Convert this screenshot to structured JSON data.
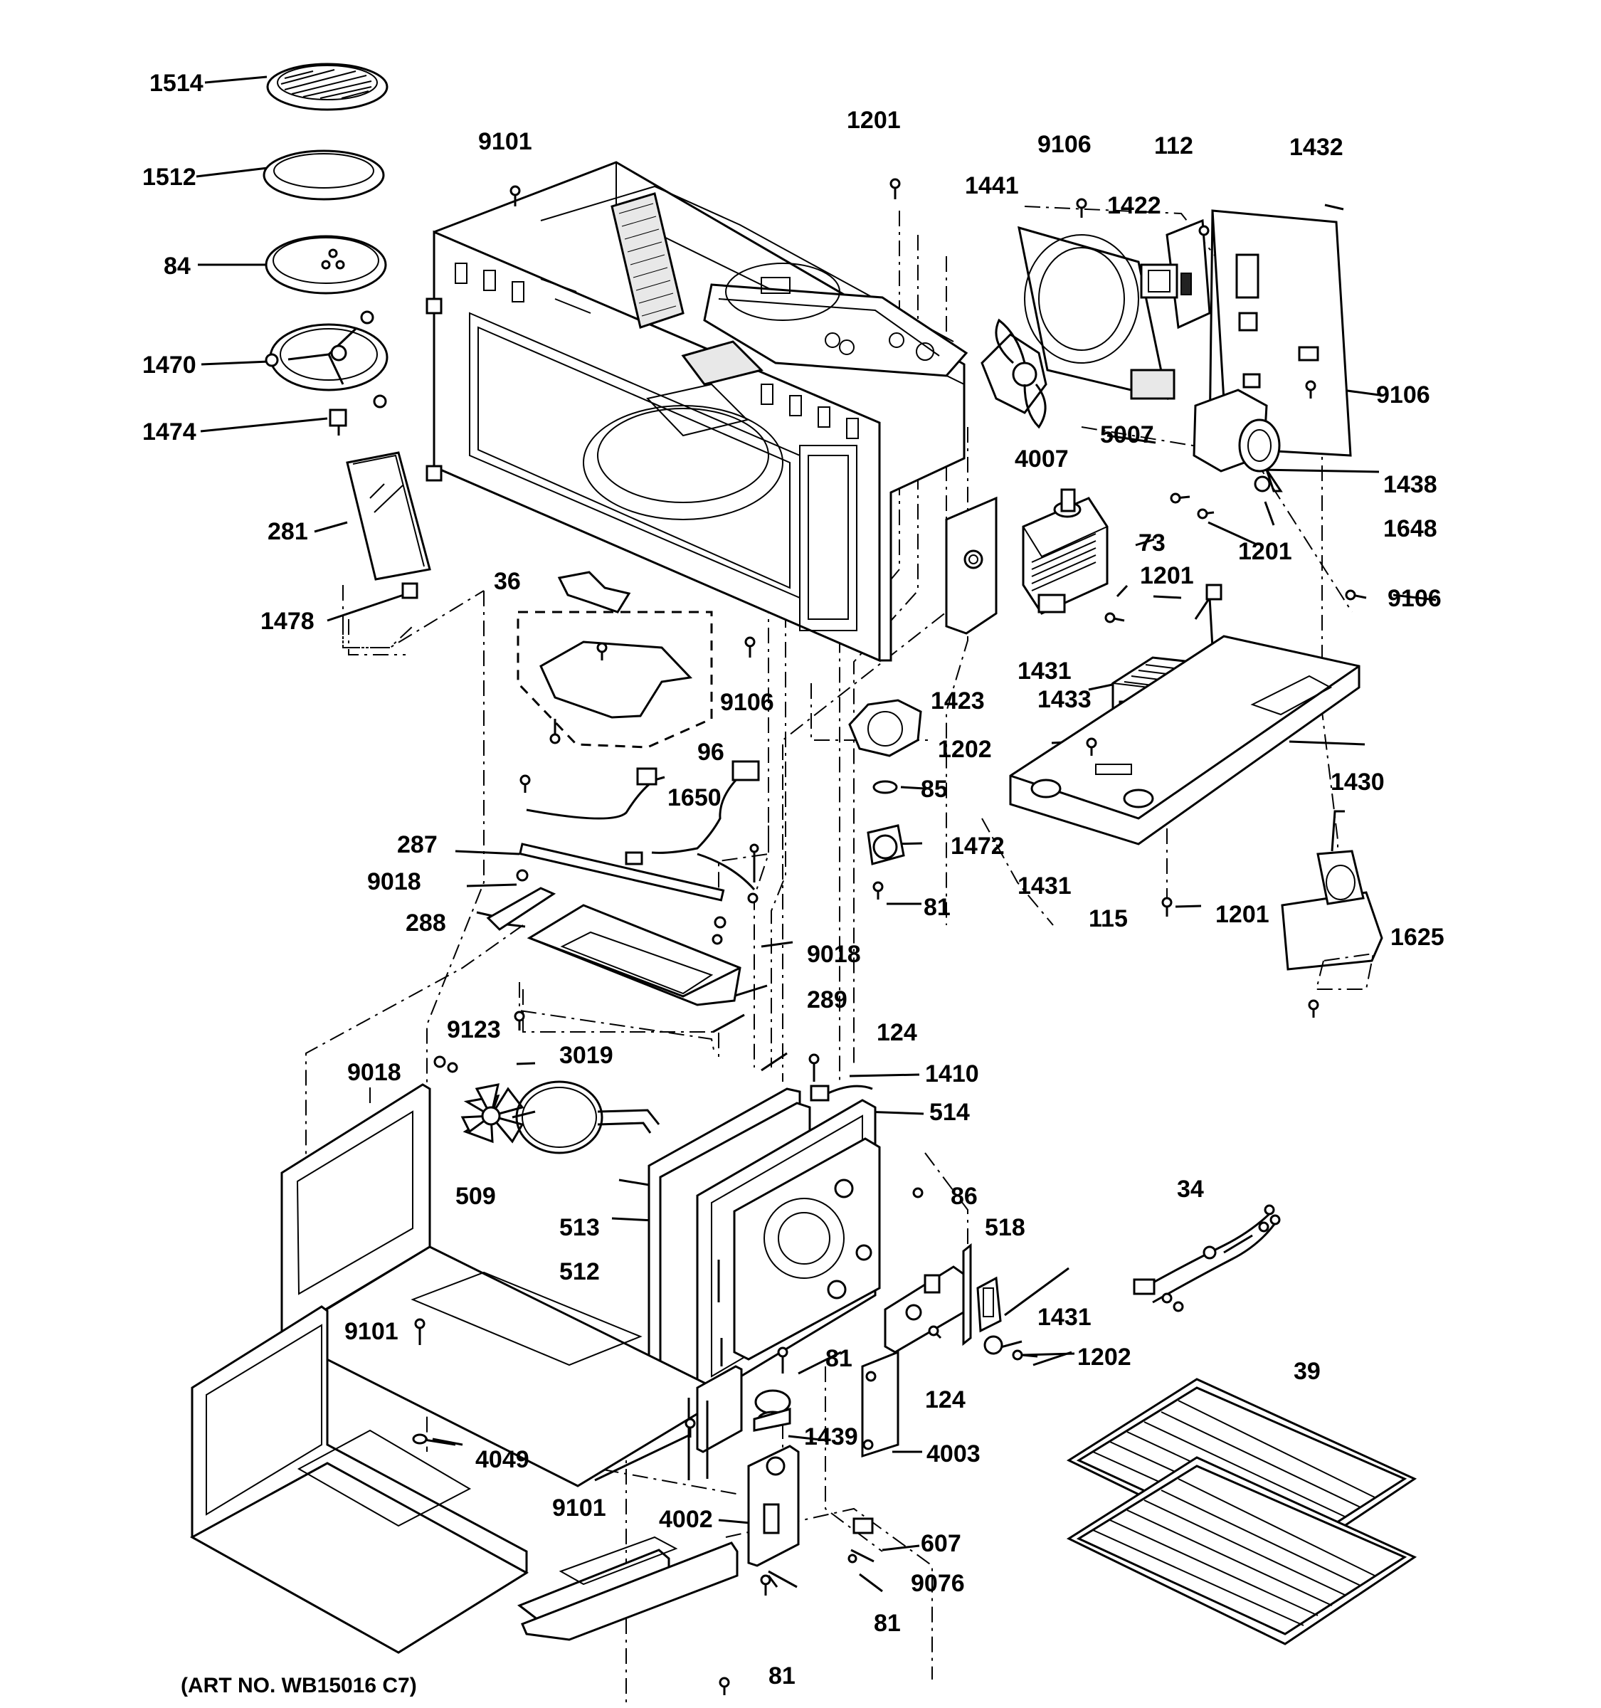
{
  "labels": [
    {
      "id": "1514",
      "text": "1514"
    },
    {
      "id": "1512",
      "text": "1512"
    },
    {
      "id": "84",
      "text": "84"
    },
    {
      "id": "1470",
      "text": "1470"
    },
    {
      "id": "1474",
      "text": "1474"
    },
    {
      "id": "281",
      "text": "281"
    },
    {
      "id": "1478",
      "text": "1478"
    },
    {
      "id": "9101a",
      "text": "9101"
    },
    {
      "id": "1201a",
      "text": "1201"
    },
    {
      "id": "9106a",
      "text": "9106"
    },
    {
      "id": "112",
      "text": "112"
    },
    {
      "id": "1432",
      "text": "1432"
    },
    {
      "id": "1441",
      "text": "1441"
    },
    {
      "id": "1422",
      "text": "1422"
    },
    {
      "id": "9106b",
      "text": "9106"
    },
    {
      "id": "5007",
      "text": "5007"
    },
    {
      "id": "4007",
      "text": "4007"
    },
    {
      "id": "1438",
      "text": "1438"
    },
    {
      "id": "1648",
      "text": "1648"
    },
    {
      "id": "73",
      "text": "73"
    },
    {
      "id": "1201b",
      "text": "1201"
    },
    {
      "id": "1201c",
      "text": "1201"
    },
    {
      "id": "9106c",
      "text": "9106"
    },
    {
      "id": "36",
      "text": "36"
    },
    {
      "id": "1431a",
      "text": "1431"
    },
    {
      "id": "1423",
      "text": "1423"
    },
    {
      "id": "1433",
      "text": "1433"
    },
    {
      "id": "9106d",
      "text": "9106"
    },
    {
      "id": "96",
      "text": "96"
    },
    {
      "id": "1202a",
      "text": "1202"
    },
    {
      "id": "1430",
      "text": "1430"
    },
    {
      "id": "85",
      "text": "85"
    },
    {
      "id": "1650",
      "text": "1650"
    },
    {
      "id": "287",
      "text": "287"
    },
    {
      "id": "1472",
      "text": "1472"
    },
    {
      "id": "9018a",
      "text": "9018"
    },
    {
      "id": "1431b",
      "text": "1431"
    },
    {
      "id": "288",
      "text": "288"
    },
    {
      "id": "81a",
      "text": "81"
    },
    {
      "id": "115",
      "text": "115"
    },
    {
      "id": "1201d",
      "text": "1201"
    },
    {
      "id": "1625",
      "text": "1625"
    },
    {
      "id": "9018b",
      "text": "9018"
    },
    {
      "id": "289",
      "text": "289"
    },
    {
      "id": "9123",
      "text": "9123"
    },
    {
      "id": "124a",
      "text": "124"
    },
    {
      "id": "3019",
      "text": "3019"
    },
    {
      "id": "9018c",
      "text": "9018"
    },
    {
      "id": "1410",
      "text": "1410"
    },
    {
      "id": "514",
      "text": "514"
    },
    {
      "id": "509",
      "text": "509"
    },
    {
      "id": "34",
      "text": "34"
    },
    {
      "id": "86",
      "text": "86"
    },
    {
      "id": "518",
      "text": "518"
    },
    {
      "id": "513",
      "text": "513"
    },
    {
      "id": "512",
      "text": "512"
    },
    {
      "id": "1431c",
      "text": "1431"
    },
    {
      "id": "9101b",
      "text": "9101"
    },
    {
      "id": "81b",
      "text": "81"
    },
    {
      "id": "1202b",
      "text": "1202"
    },
    {
      "id": "124b",
      "text": "124"
    },
    {
      "id": "39",
      "text": "39"
    },
    {
      "id": "1439",
      "text": "1439"
    },
    {
      "id": "4003",
      "text": "4003"
    },
    {
      "id": "4049",
      "text": "4049"
    },
    {
      "id": "9101c",
      "text": "9101"
    },
    {
      "id": "4002",
      "text": "4002"
    },
    {
      "id": "607",
      "text": "607"
    },
    {
      "id": "9076",
      "text": "9076"
    },
    {
      "id": "81c",
      "text": "81"
    },
    {
      "id": "81d",
      "text": "81"
    }
  ],
  "art_number": "(ART NO. WB15016 C7)"
}
